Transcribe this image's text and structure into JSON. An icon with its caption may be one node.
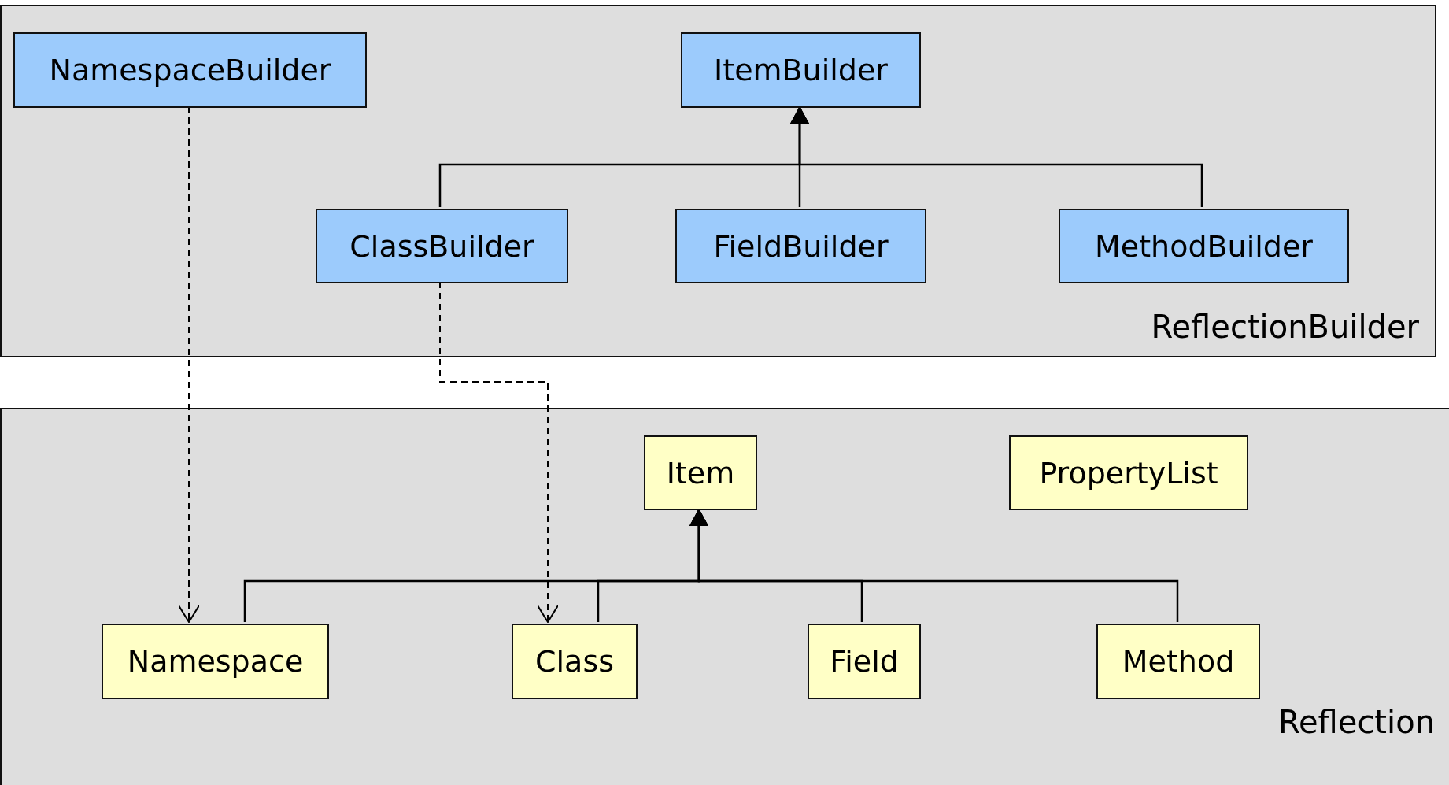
{
  "diagram": {
    "nodes": [
      {
        "text": [
          "ReflectionBuilder"
        ]
      },
      {
        "text": [
          "NamespaceBuilder"
        ],
        "in": 0
      },
      {
        "text": [
          "ItemBuilder"
        ],
        "in": 0
      },
      {
        "text": [
          "ClassBuilder"
        ],
        "in": 0
      },
      {
        "text": [
          "FieldBuilder"
        ],
        "in": 0
      },
      {
        "text": [
          "MethodBuilder"
        ],
        "in": 0
      },
      {
        "text": [
          "Reflection"
        ]
      },
      {
        "text": [
          "Item"
        ],
        "in": 6
      },
      {
        "text": [
          "PropertyList"
        ],
        "in": 6
      },
      {
        "text": [
          "Namespace"
        ],
        "in": 6
      },
      {
        "text": [
          "Class"
        ],
        "in": 6
      },
      {
        "text": [
          "Field"
        ],
        "in": 6
      },
      {
        "text": [
          "Method"
        ],
        "in": 6
      }
    ],
    "edges": [
      {
        "from": 3,
        "to": 2,
        "arrow": "to"
      },
      {
        "from": 4,
        "to": 2,
        "arrow": "to"
      },
      {
        "from": 5,
        "to": 2,
        "arrow": "to"
      },
      {
        "from": 9,
        "to": 7,
        "arrow": "to"
      },
      {
        "from": 10,
        "to": 7,
        "arrow": "to"
      },
      {
        "from": 11,
        "to": 7,
        "arrow": "to"
      },
      {
        "from": 12,
        "to": 7,
        "arrow": "to"
      },
      {
        "from": 1,
        "to": 9,
        "arrow": "to",
        "style": "dashed"
      },
      {
        "from": 3,
        "to": 10,
        "arrow": "to",
        "style": "dashed"
      }
    ]
  }
}
